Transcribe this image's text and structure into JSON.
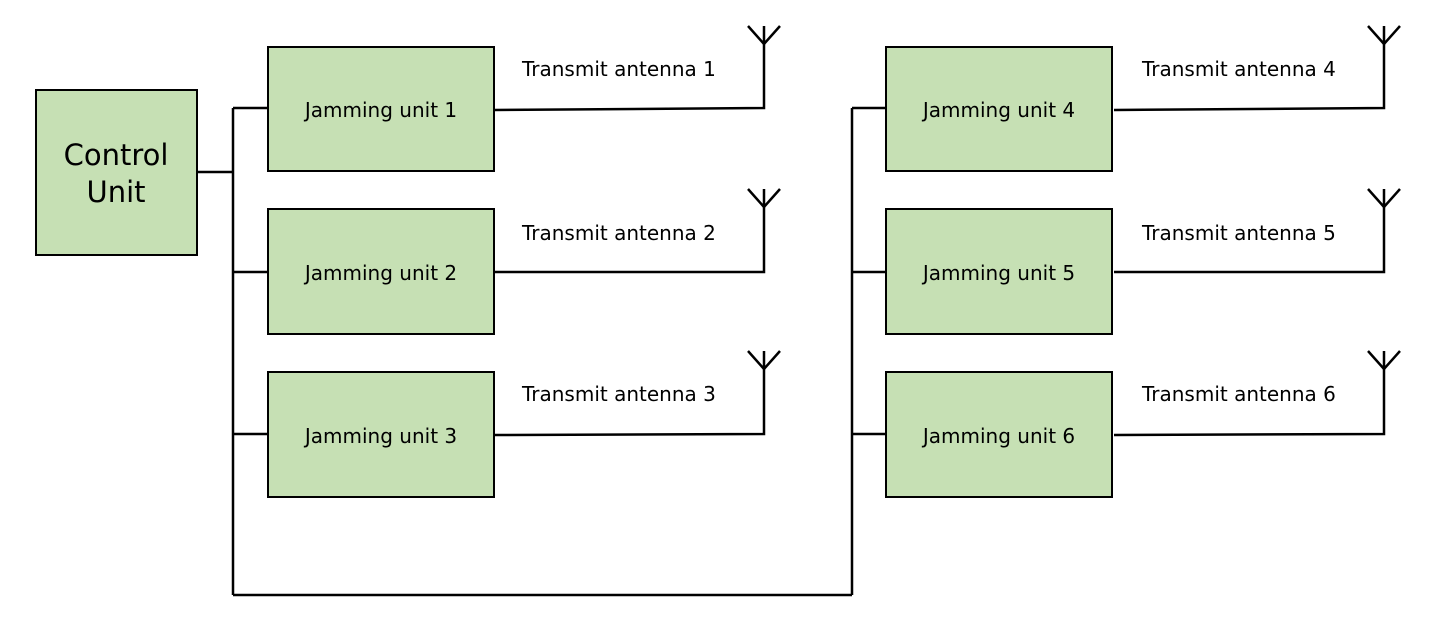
{
  "control_unit": {
    "line1": "Control",
    "line2": "Unit"
  },
  "jamming_units": [
    {
      "label": "Jamming unit 1",
      "antenna": "Transmit antenna 1"
    },
    {
      "label": "Jamming unit 2",
      "antenna": "Transmit antenna 2"
    },
    {
      "label": "Jamming unit 3",
      "antenna": "Transmit antenna 3"
    },
    {
      "label": "Jamming unit 4",
      "antenna": "Transmit antenna 4"
    },
    {
      "label": "Jamming unit 5",
      "antenna": "Transmit antenna 5"
    },
    {
      "label": "Jamming unit 6",
      "antenna": "Transmit antenna 6"
    }
  ],
  "colors": {
    "box_fill": "#c6e0b4",
    "line": "#000000"
  }
}
